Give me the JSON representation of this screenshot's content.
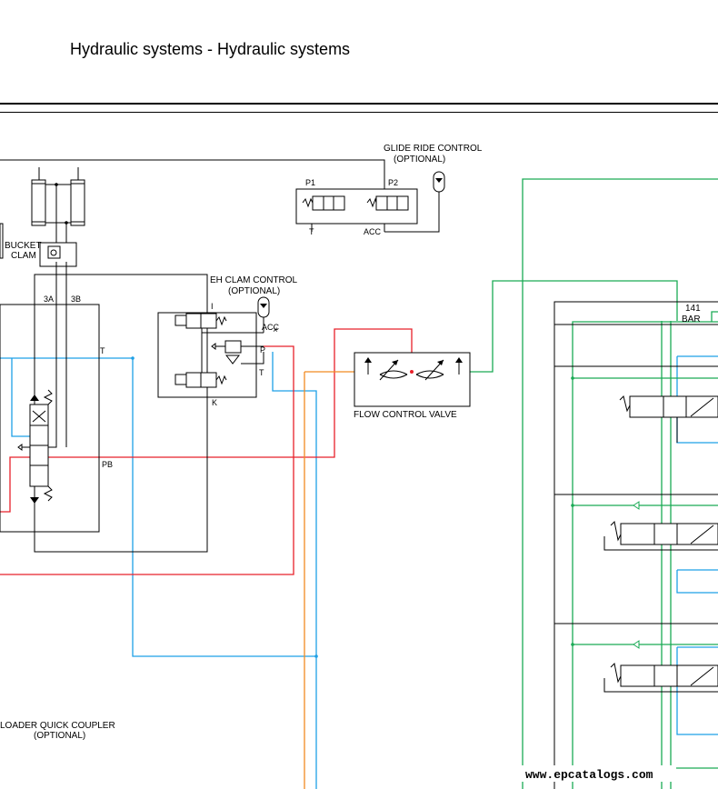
{
  "header": {
    "title": "Hydraulic systems - Hydraulic systems"
  },
  "labels": {
    "glide_ride_control": "GLIDE RIDE CONTROL",
    "glide_ride_optional": "(OPTIONAL)",
    "p1": "P1",
    "p2": "P2",
    "t_glide": "T",
    "acc_glide": "ACC",
    "bucket": "BUCKET",
    "clam": "CLAM",
    "eh_clam_control": "EH CLAM CONTROL",
    "eh_clam_optional": "(OPTIONAL)",
    "port_3a": "3A",
    "port_3b": "3B",
    "t_left": "T",
    "pb": "PB",
    "i_port": "I",
    "acc_eh": "ACC",
    "p_eh": "P",
    "t_eh": "T",
    "k_eh": "K",
    "flow_control_valve": "FLOW CONTROL VALVE",
    "bar_value": "141",
    "bar_unit": "BAR",
    "loader_quick_coupler": "LOADER QUICK COUPLER",
    "loader_optional": "(OPTIONAL)"
  },
  "watermark": "www.epcatalogs.com",
  "line_colors": {
    "blue": "#1ea0e6",
    "red": "#e8202a",
    "green": "#1aaa55",
    "orange": "#f28a22",
    "black": "#000000"
  }
}
